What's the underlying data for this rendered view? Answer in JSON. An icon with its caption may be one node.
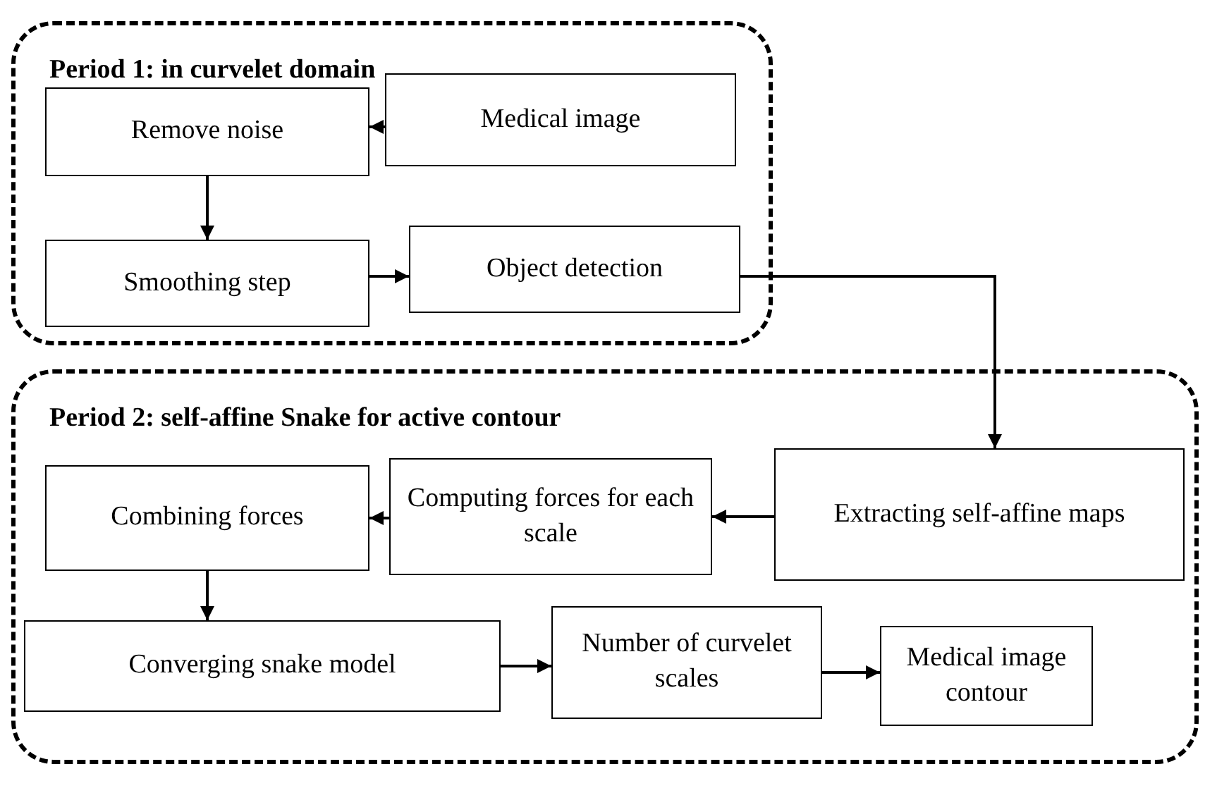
{
  "diagram": {
    "nodes": [
      {
        "text": [
          "Period 1: in curvelet domain"
        ]
      },
      {
        "text": [
          "Remove noise"
        ],
        "in": 0
      },
      {
        "text": [
          "Medical image"
        ],
        "in": 0
      },
      {
        "text": [
          "Smoothing step"
        ],
        "in": 0
      },
      {
        "text": [
          "Object detection"
        ],
        "in": 0
      },
      {
        "text": [
          "Period 2: self-affine Snake for active contour"
        ]
      },
      {
        "text": [
          "Combining forces"
        ],
        "in": 5
      },
      {
        "text": [
          "Computing forces for each scale"
        ],
        "in": 5
      },
      {
        "text": [
          "Extracting self-affine maps"
        ],
        "in": 5
      },
      {
        "text": [
          "Converging snake model"
        ],
        "in": 5
      },
      {
        "text": [
          "Number of curvelet scales"
        ],
        "in": 5
      },
      {
        "text": [
          "Medical image contour"
        ],
        "in": 5
      }
    ],
    "edges": [
      {
        "from": 2,
        "to": 1,
        "arrow": "to"
      },
      {
        "from": 1,
        "to": 3,
        "arrow": "to"
      },
      {
        "from": 3,
        "to": 4,
        "arrow": "to"
      },
      {
        "from": 4,
        "to": 8,
        "arrow": "to"
      },
      {
        "from": 8,
        "to": 7,
        "arrow": "to"
      },
      {
        "from": 7,
        "to": 6,
        "arrow": "to"
      },
      {
        "from": 6,
        "to": 9,
        "arrow": "to"
      },
      {
        "from": 9,
        "to": 10,
        "arrow": "to"
      },
      {
        "from": 10,
        "to": 11,
        "arrow": "to"
      }
    ]
  }
}
